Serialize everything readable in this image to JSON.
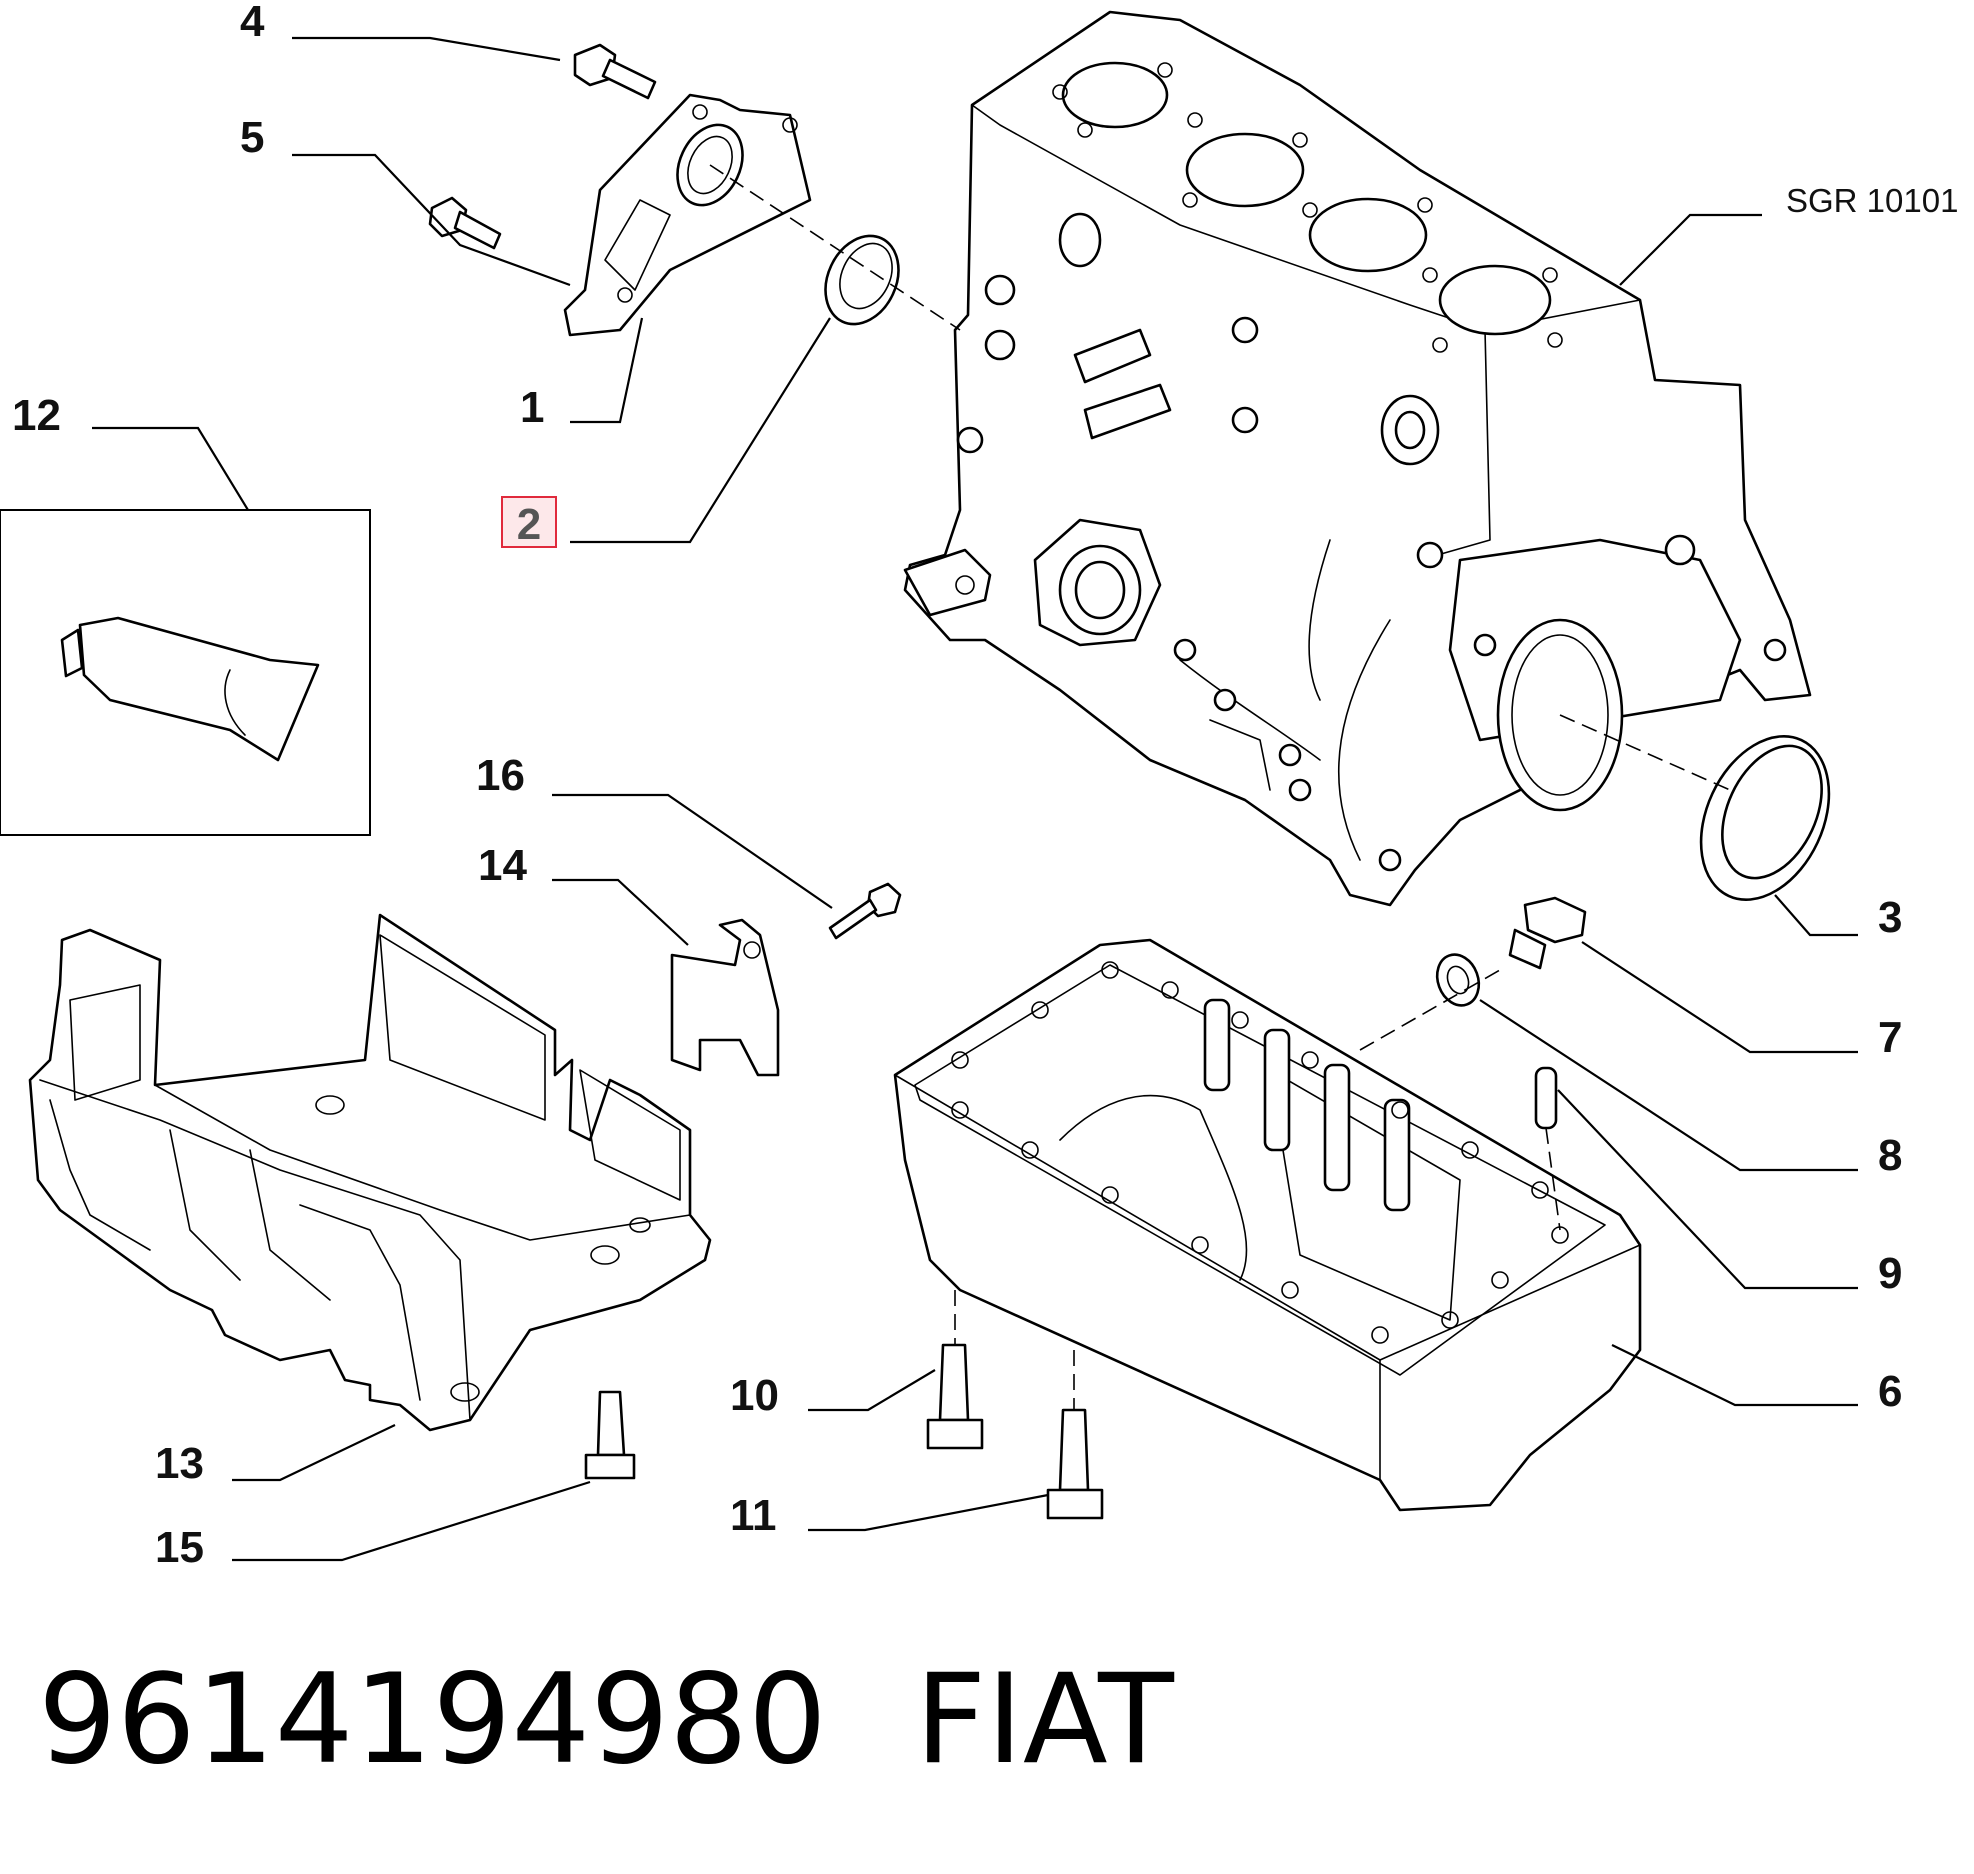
{
  "diagram": {
    "callouts": {
      "c1": "1",
      "c2": "2",
      "c3": "3",
      "c4": "4",
      "c5": "5",
      "c6": "6",
      "c7": "7",
      "c8": "8",
      "c9": "9",
      "c10": "10",
      "c11": "11",
      "c12": "12",
      "c13": "13",
      "c14": "14",
      "c15": "15",
      "c16": "16"
    },
    "highlighted_callout": "2",
    "reference_label": "SGR 10101",
    "colors": {
      "highlight_border": "#e02a3c",
      "highlight_fill": "#fde8ea",
      "line": "#000000"
    }
  },
  "footer": {
    "part_number": "9614194980",
    "brand": "FIAT"
  }
}
